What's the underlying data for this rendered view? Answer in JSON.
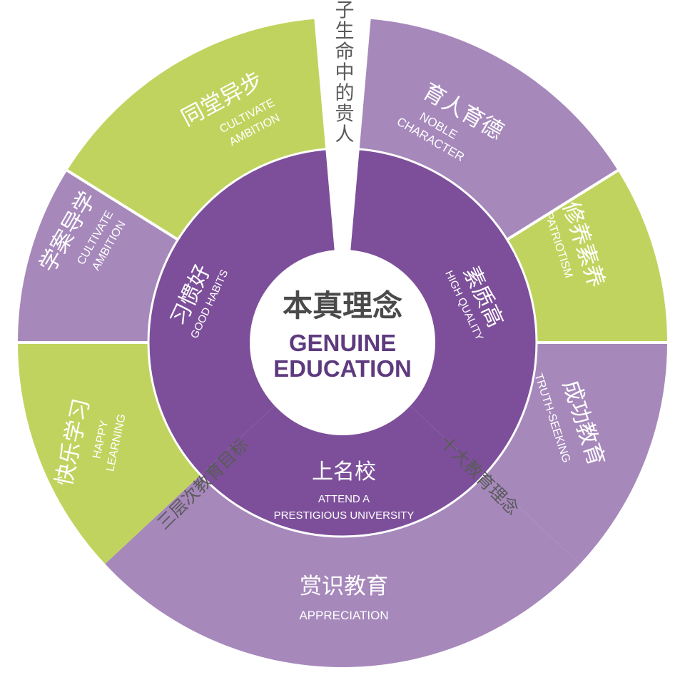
{
  "center": {
    "title_zh": "本真理念",
    "title_en_line1": "GENUINE",
    "title_en_line2": "EDUCATION"
  },
  "gaps": {
    "top": "做孩子生命中的贵人",
    "right": "十大教育理念",
    "left": "三层次教育目标"
  },
  "inner": {
    "right": {
      "zh": "素质高",
      "en": "HIGH QUALITY"
    },
    "bottom": {
      "zh": "上名校",
      "en1": "ATTEND A",
      "en2": "PRESTIGIOUS UNIVERSITY"
    },
    "left": {
      "zh": "习惯好",
      "en": "GOOD HABITS"
    }
  },
  "outer": [
    {
      "zh": "育人育德",
      "en1": "NOBLE",
      "en2": "CHARACTER"
    },
    {
      "zh": "修养素养",
      "en1": "PATRIOTISM",
      "en2": ""
    },
    {
      "zh": "成功教育",
      "en1": "TRUTH-SEEKING",
      "en2": ""
    },
    {
      "zh": "赏识教育",
      "en1": "APPRECIATION",
      "en2": ""
    },
    {
      "zh": "快乐学习",
      "en1": "HAPPY",
      "en2": "LEARNING"
    },
    {
      "zh": "学案导学",
      "en1": "CULTIVATE",
      "en2": "AMBITION"
    },
    {
      "zh": "同堂异步",
      "en1": "CULTIVATE",
      "en2": "AMBITION"
    }
  ],
  "colors": {
    "green": "#c1d35f",
    "lavender": "#a688bb",
    "purple": "#7d4f9a",
    "center_fill": "#ffffff",
    "center_zh": "#4a4a4a",
    "center_en": "#5e3a7f",
    "gap_text": "#5a5a5a",
    "label_white": "#ffffff"
  }
}
